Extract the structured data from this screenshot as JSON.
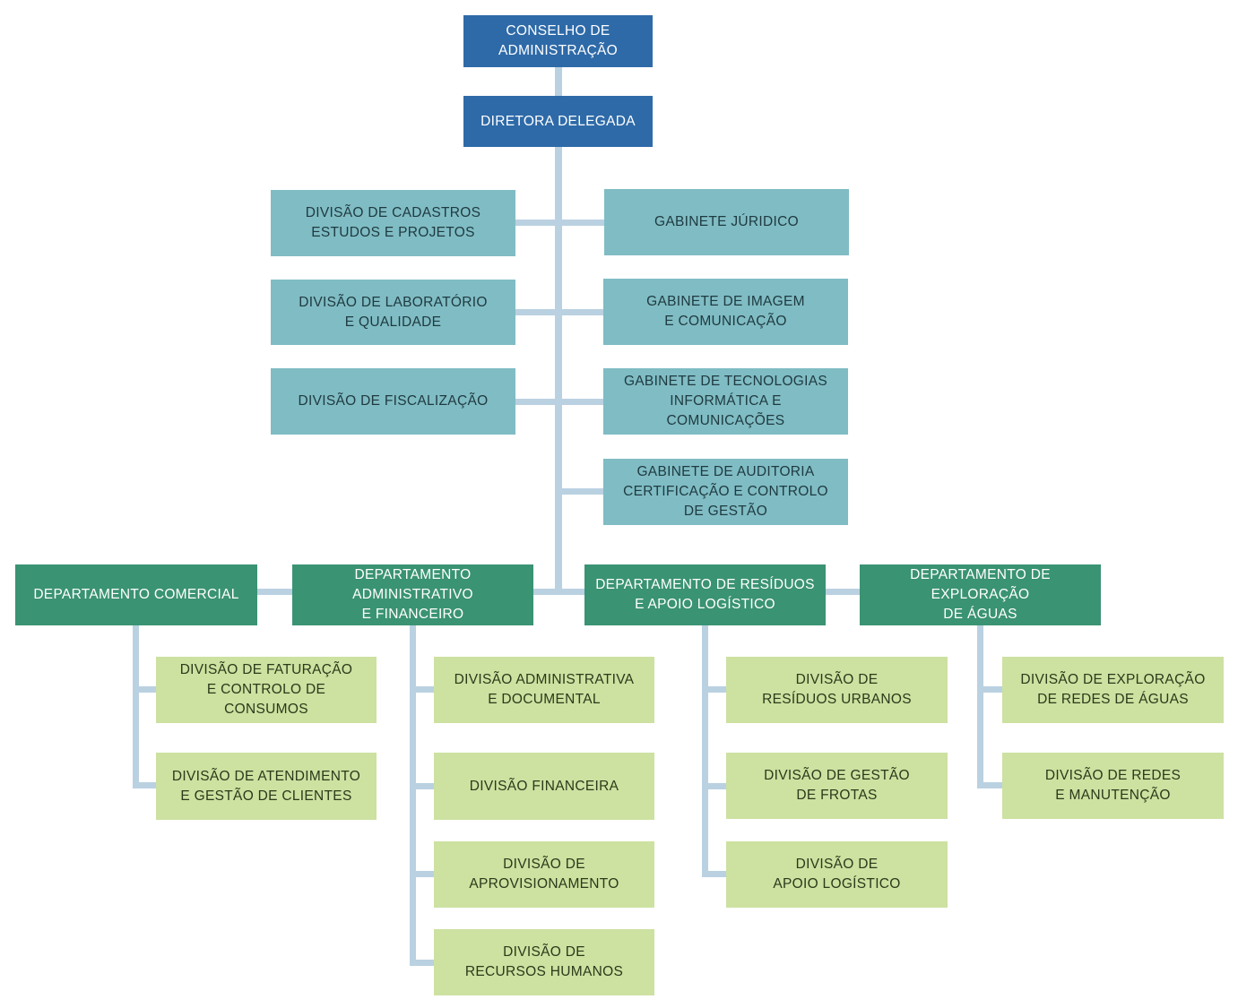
{
  "board": "CONSELHO DE\nADMINISTRAÇÃO",
  "director": "DIRETORA DELEGADA",
  "left_units": [
    "DIVISÃO DE CADASTROS\nESTUDOS E PROJETOS",
    "DIVISÃO DE LABORATÓRIO\nE QUALIDADE",
    "DIVISÃO DE FISCALIZAÇÃO"
  ],
  "right_units": [
    "GABINETE JÚRIDICO",
    "GABINETE DE IMAGEM\nE COMUNICAÇÃO",
    "GABINETE DE TECNOLOGIAS\nINFORMÁTICA E COMUNICAÇÕES",
    "GABINETE DE AUDITORIA\nCERTIFICAÇÃO E CONTROLO\nDE GESTÃO"
  ],
  "departments": [
    {
      "name": "DEPARTAMENTO COMERCIAL",
      "divisions": [
        "DIVISÃO DE FATURAÇÃO\nE CONTROLO DE CONSUMOS",
        "DIVISÃO DE ATENDIMENTO\nE GESTÃO DE CLIENTES"
      ]
    },
    {
      "name": "DEPARTAMENTO ADMINISTRATIVO\nE FINANCEIRO",
      "divisions": [
        "DIVISÃO ADMINISTRATIVA\nE DOCUMENTAL",
        "DIVISÃO FINANCEIRA",
        "DIVISÃO DE\nAPROVISIONAMENTO",
        "DIVISÃO DE\nRECURSOS HUMANOS"
      ]
    },
    {
      "name": "DEPARTAMENTO DE RESÍDUOS\nE APOIO LOGÍSTICO",
      "divisions": [
        "DIVISÃO DE\nRESÍDUOS URBANOS",
        "DIVISÃO DE GESTÃO\nDE FROTAS",
        "DIVISÃO DE\nAPOIO LOGÍSTICO"
      ]
    },
    {
      "name": "DEPARTAMENTO DE EXPLORAÇÃO\nDE ÁGUAS",
      "divisions": [
        "DIVISÃO DE EXPLORAÇÃO\nDE REDES DE ÁGUAS",
        "DIVISÃO DE REDES\nE MANUTENÇÃO"
      ]
    }
  ],
  "colors": {
    "executive": "#2e6aa8",
    "staff_units": "#80bcc4",
    "departments": "#3a9373",
    "divisions": "#cde1a1",
    "connectors": "#bad1e1"
  }
}
